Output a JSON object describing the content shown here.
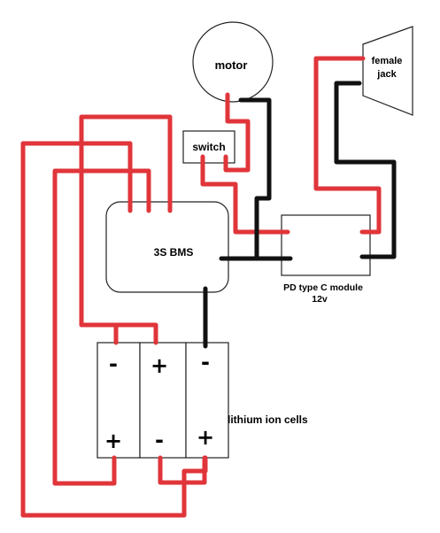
{
  "components": {
    "motor": "motor",
    "switch": "switch",
    "female_jack_line1": "female",
    "female_jack_line2": "jack",
    "bms": "3S BMS",
    "pd_module_line1": "PD type C module",
    "pd_module_line2": "12v",
    "cells": "lithium ion cells"
  },
  "cell_terminals": {
    "cell1_top": "-",
    "cell1_bottom": "+",
    "cell2_top": "+",
    "cell2_bottom": "-",
    "cell3_top": "-",
    "cell3_bottom": "+"
  },
  "wire_colors": {
    "positive": "#e0353a",
    "negative": "#111111"
  }
}
